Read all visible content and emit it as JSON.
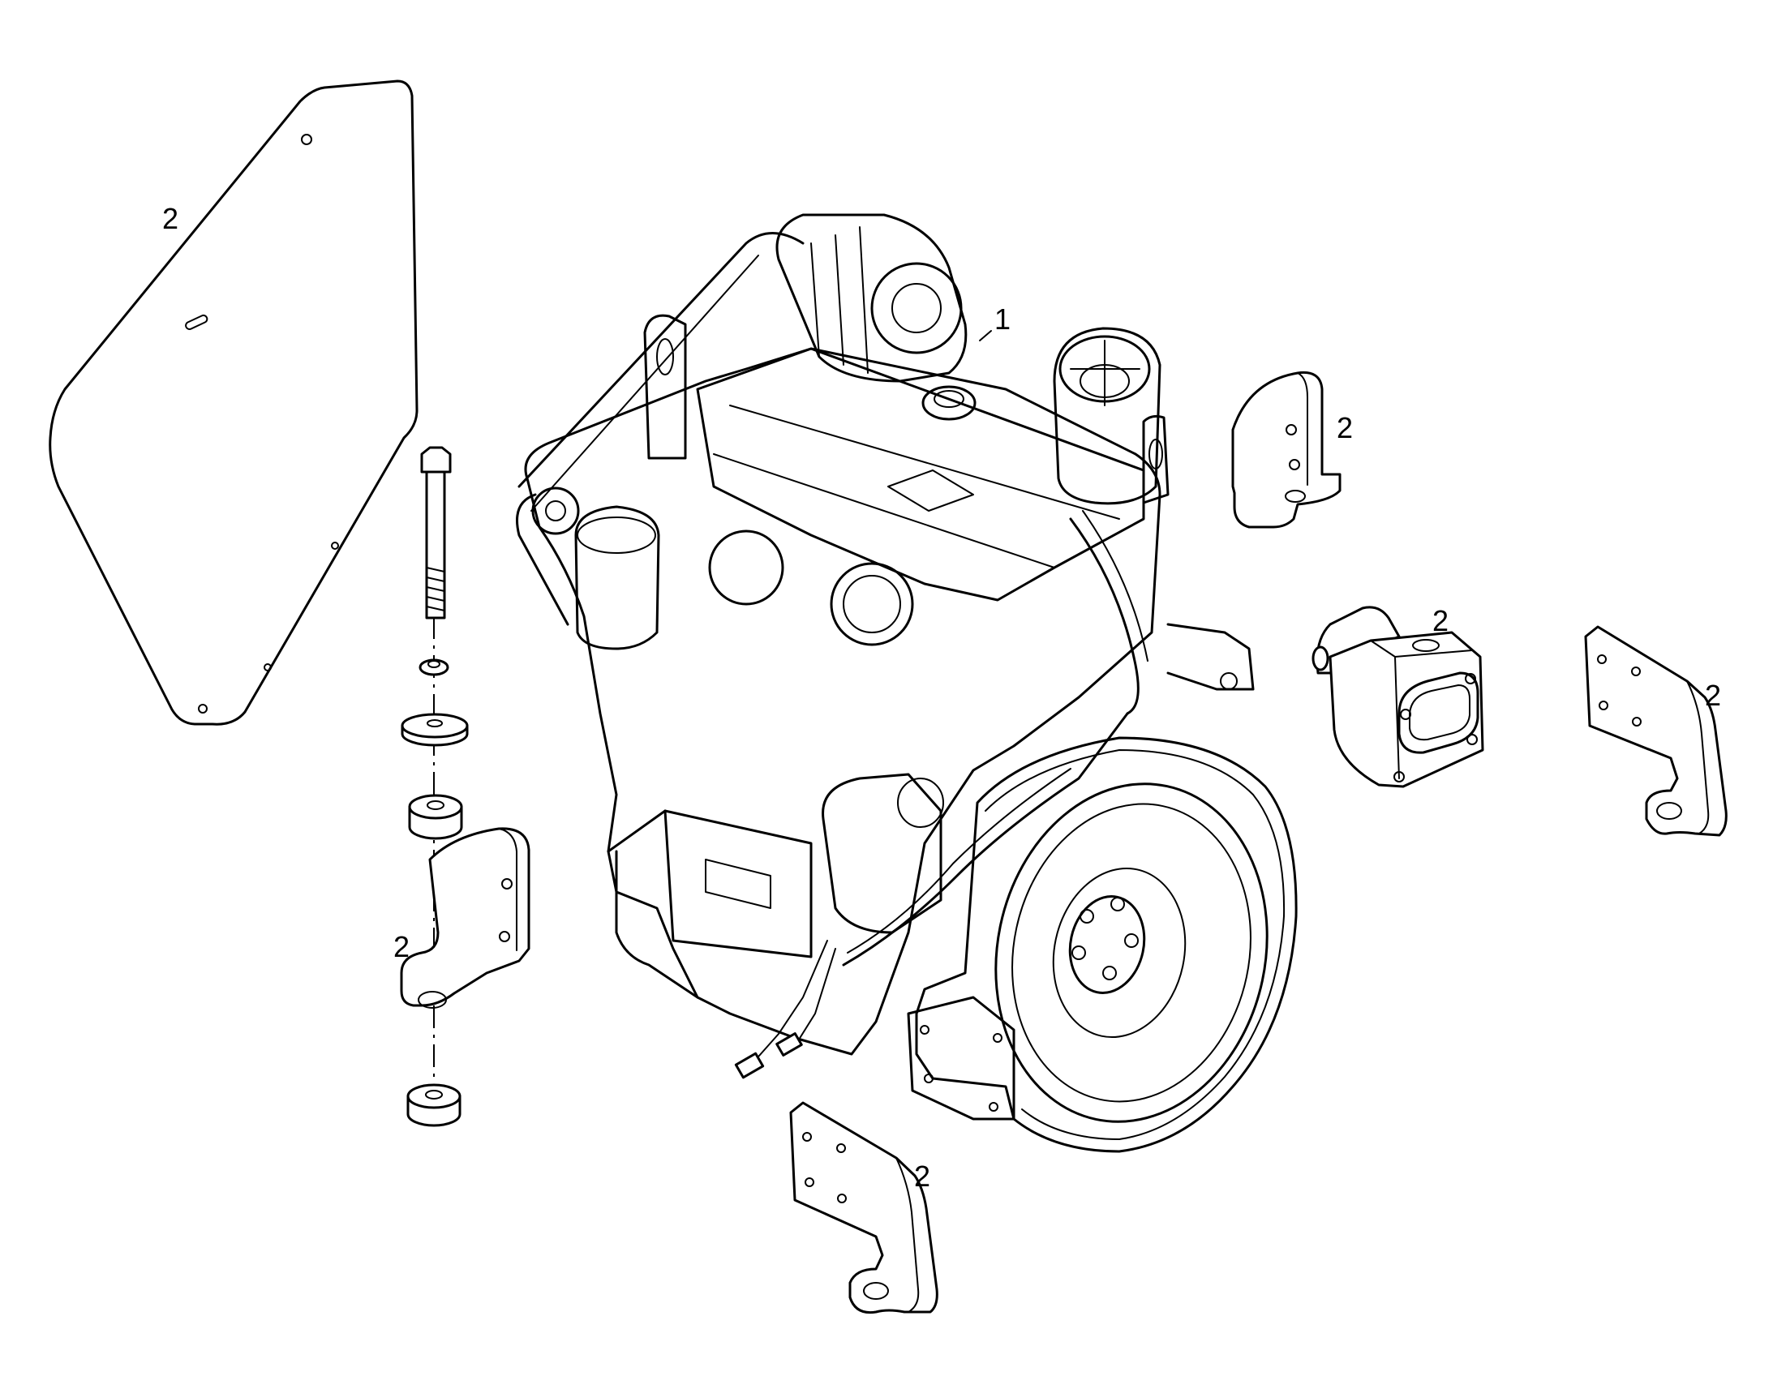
{
  "callouts": {
    "engine": "1",
    "cover_plate": "2",
    "bracket_top_right": "2",
    "hydraulic_pump": "2",
    "bracket_far_right": "2",
    "bracket_left": "2",
    "bracket_bottom": "2"
  }
}
